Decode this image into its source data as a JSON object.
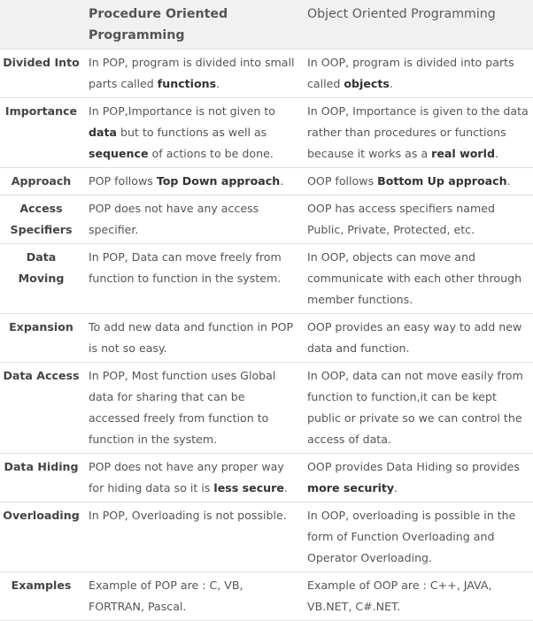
{
  "header": {
    "pop": "Procedure Oriented Programming",
    "oop": "Object Oriented Programming"
  },
  "rows": [
    {
      "label": "Divided Into",
      "pop": [
        {
          "t": "In POP, program is divided into small parts called "
        },
        {
          "t": "functions",
          "b": true
        },
        {
          "t": "."
        }
      ],
      "oop": [
        {
          "t": "In OOP, program is divided into parts called "
        },
        {
          "t": "objects",
          "b": true
        },
        {
          "t": "."
        }
      ]
    },
    {
      "label": "Importance",
      "pop": [
        {
          "t": "In POP,Importance is not given to "
        },
        {
          "t": "data",
          "b": true
        },
        {
          "t": " but to functions as well as "
        },
        {
          "t": "sequence",
          "b": true
        },
        {
          "t": " of actions to be done."
        }
      ],
      "oop": [
        {
          "t": "In OOP, Importance is given to the data rather than procedures or functions because it works as a "
        },
        {
          "t": "real world",
          "b": true
        },
        {
          "t": "."
        }
      ]
    },
    {
      "label": "Approach",
      "pop": [
        {
          "t": "POP follows "
        },
        {
          "t": "Top Down approach",
          "b": true
        },
        {
          "t": "."
        }
      ],
      "oop": [
        {
          "t": "OOP follows "
        },
        {
          "t": "Bottom Up approach",
          "b": true
        },
        {
          "t": "."
        }
      ]
    },
    {
      "label": "Access Specifiers",
      "pop": [
        {
          "t": "POP does not have any access specifier."
        }
      ],
      "oop": [
        {
          "t": "OOP has access specifiers named Public, Private, Protected, etc."
        }
      ]
    },
    {
      "label": "Data Moving",
      "pop": [
        {
          "t": "In POP, Data can move freely from function to function in the system."
        }
      ],
      "oop": [
        {
          "t": "In OOP, objects can move and communicate with each other through member functions."
        }
      ]
    },
    {
      "label": "Expansion",
      "pop": [
        {
          "t": "To add new data and function in POP is not so easy."
        }
      ],
      "oop": [
        {
          "t": "OOP provides an easy way to add new data and function."
        }
      ]
    },
    {
      "label": "Data Access",
      "pop": [
        {
          "t": "In POP, Most function uses Global data for sharing that can be accessed freely from function to function in the system."
        }
      ],
      "oop": [
        {
          "t": "In OOP, data can not move easily from function to function,it can be kept public or private so we can control the access of data."
        }
      ]
    },
    {
      "label": "Data Hiding",
      "pop": [
        {
          "t": "POP does not have any proper way for hiding data so it is "
        },
        {
          "t": "less secure",
          "b": true
        },
        {
          "t": "."
        }
      ],
      "oop": [
        {
          "t": "OOP provides Data Hiding so provides "
        },
        {
          "t": "more security",
          "b": true
        },
        {
          "t": "."
        }
      ]
    },
    {
      "label": "Overloading",
      "pop": [
        {
          "t": "In POP, Overloading is not possible."
        }
      ],
      "oop": [
        {
          "t": "In OOP, overloading is possible in the form of Function Overloading and Operator Overloading."
        }
      ]
    },
    {
      "label": "Examples",
      "pop": [
        {
          "t": "Example of POP are : C, VB, FORTRAN, Pascal."
        }
      ],
      "oop": [
        {
          "t": "Example of OOP are : C++, JAVA, VB.NET, C#.NET."
        }
      ]
    }
  ]
}
